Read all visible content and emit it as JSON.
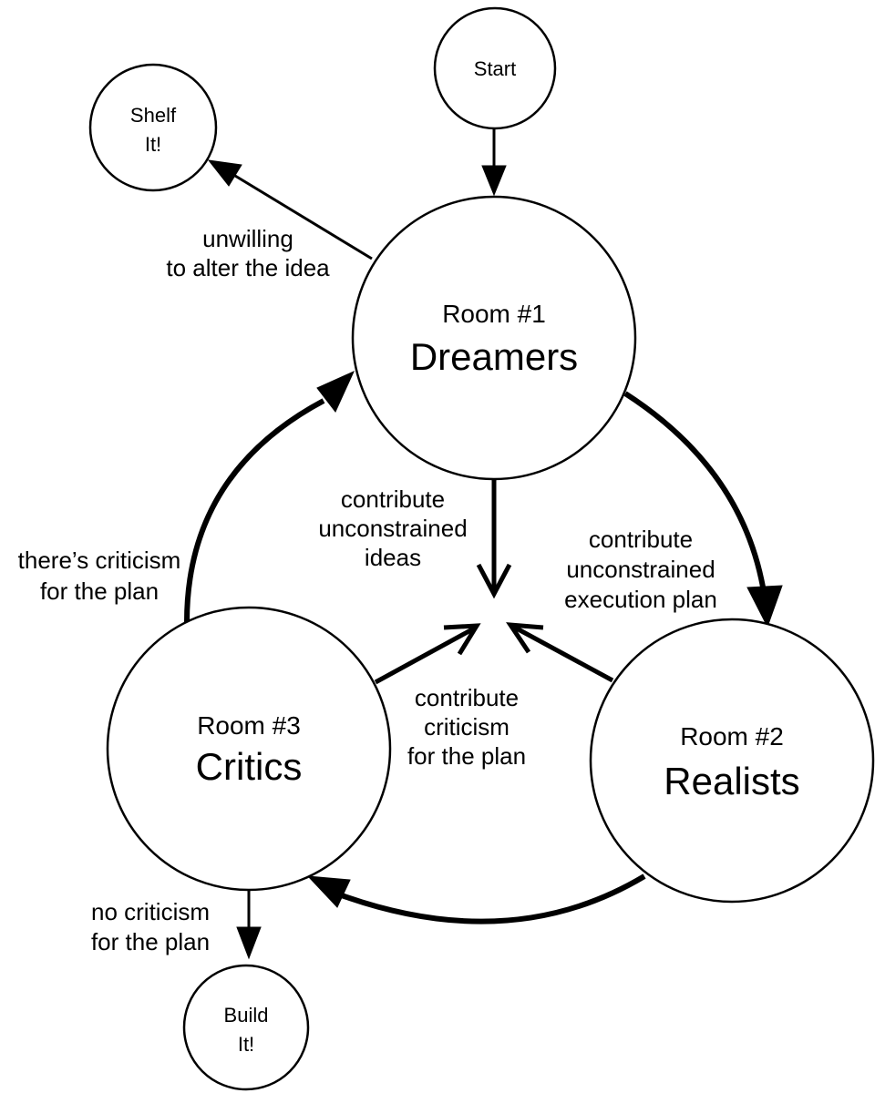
{
  "nodes": {
    "start": {
      "lines": [
        "Start"
      ]
    },
    "shelf": {
      "lines": [
        "Shelf",
        "It!"
      ]
    },
    "build": {
      "lines": [
        "Build",
        "It!"
      ]
    },
    "dreamers": {
      "number": "Room #1",
      "name": "Dreamers"
    },
    "realists": {
      "number": "Room #2",
      "name": "Realists"
    },
    "critics": {
      "number": "Room #3",
      "name": "Critics"
    }
  },
  "edges": {
    "unwilling": {
      "lines": [
        "unwilling",
        "to alter the idea"
      ]
    },
    "ideas": {
      "lines": [
        "contribute",
        "unconstrained",
        "ideas"
      ]
    },
    "execution": {
      "lines": [
        "contribute",
        "unconstrained",
        "execution plan"
      ]
    },
    "criticism_center": {
      "lines": [
        "contribute",
        "criticism",
        "for the plan"
      ]
    },
    "there_criticism": {
      "lines": [
        "there’s criticism",
        "for the plan"
      ]
    },
    "no_criticism": {
      "lines": [
        "no criticism",
        "for the plan"
      ]
    }
  },
  "colors": {
    "stroke": "#000000",
    "background": "#ffffff"
  }
}
